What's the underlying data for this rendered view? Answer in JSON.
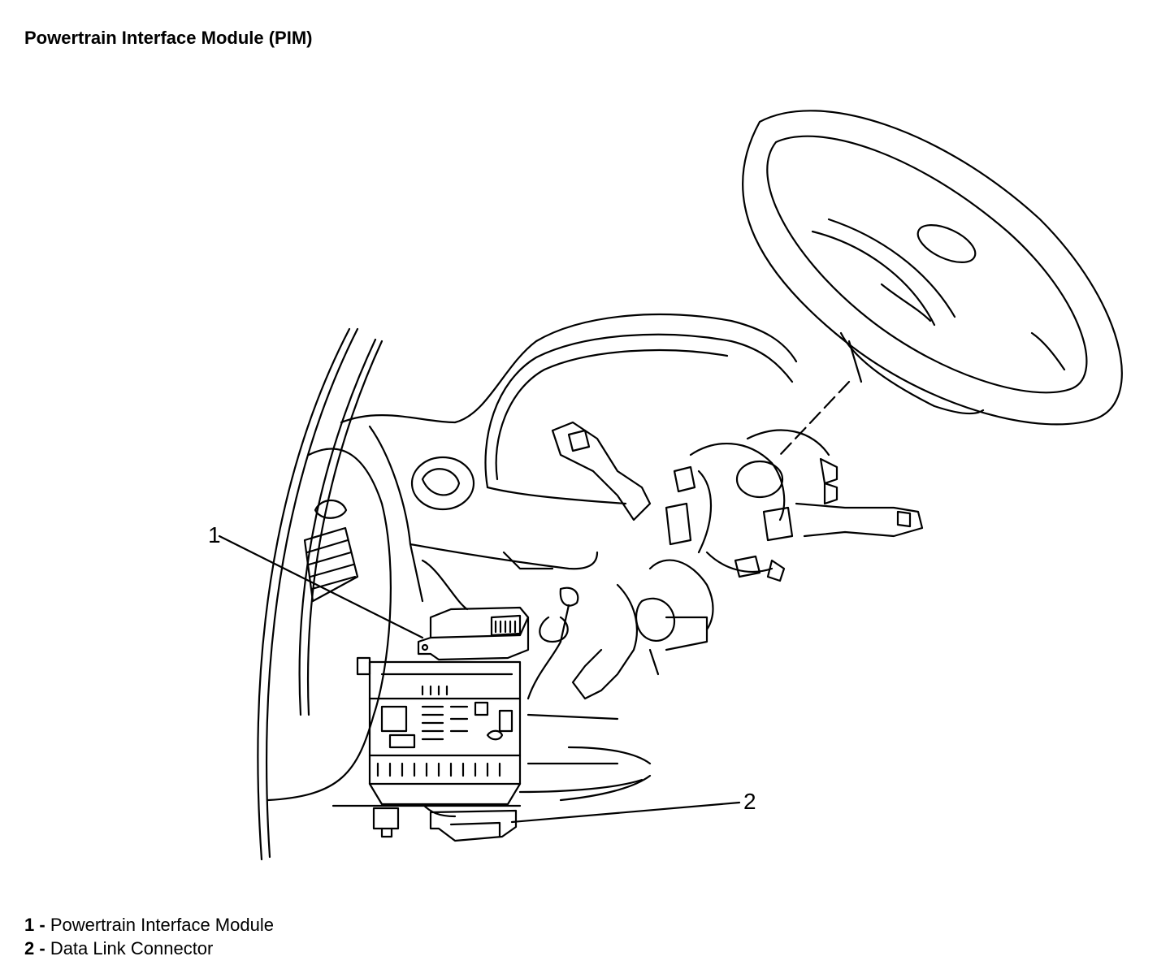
{
  "title": "Powertrain Interface Module (PIM)",
  "callouts": [
    {
      "number": "1",
      "target": "Powertrain Interface Module"
    },
    {
      "number": "2",
      "target": "Data Link Connector"
    }
  ],
  "legend": [
    {
      "number": "1",
      "separator": " - ",
      "label": "Powertrain Interface Module"
    },
    {
      "number": "2",
      "separator": " - ",
      "label": "Data Link Connector"
    }
  ],
  "colors": {
    "line": "#000000",
    "background": "#ffffff"
  }
}
